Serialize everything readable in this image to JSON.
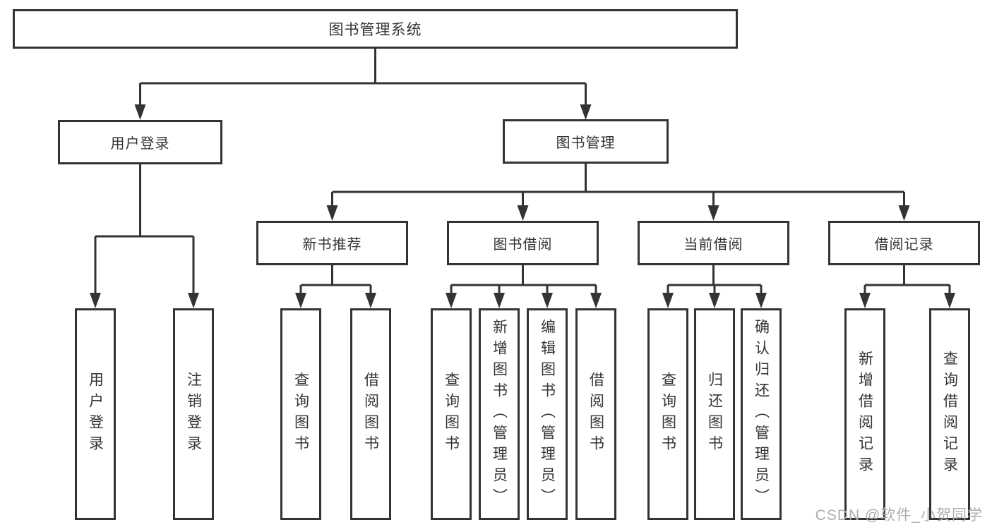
{
  "colors": {
    "line": "#333333",
    "box_border": "#333333",
    "box_background": "#ffffff",
    "text": "#333333",
    "watermark_text_color": "#abadb0",
    "page_background": "#ffffff"
  },
  "watermark": {
    "text": "CSDN @软件_小贺同学"
  },
  "tree": {
    "root": {
      "label": "图书管理系统"
    },
    "branches": [
      {
        "label": "用户登录",
        "children": [
          {
            "label": "用户登录"
          },
          {
            "label": "注销登录"
          }
        ]
      },
      {
        "label": "图书管理",
        "children": [
          {
            "label": "新书推荐",
            "children": [
              {
                "label": "查询图书"
              },
              {
                "label": "借阅图书"
              }
            ]
          },
          {
            "label": "图书借阅",
            "children": [
              {
                "label": "查询图书"
              },
              {
                "label": "新增图书（管理员）"
              },
              {
                "label": "编辑图书（管理员）"
              },
              {
                "label": "借阅图书"
              }
            ]
          },
          {
            "label": "当前借阅",
            "children": [
              {
                "label": "查询图书"
              },
              {
                "label": "归还图书"
              },
              {
                "label": "确认归还（管理员）"
              }
            ]
          },
          {
            "label": "借阅记录",
            "children": [
              {
                "label": "新增借阅记录"
              },
              {
                "label": "查询借阅记录"
              }
            ]
          }
        ]
      }
    ]
  }
}
